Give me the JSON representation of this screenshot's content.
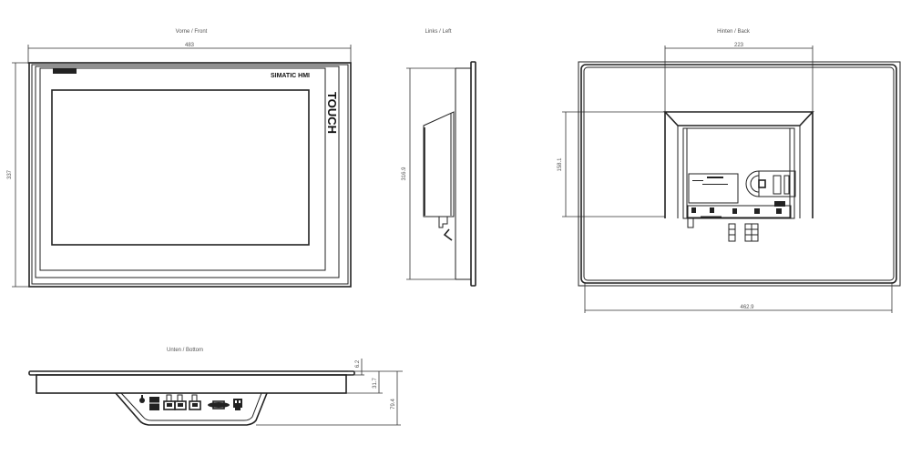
{
  "views": {
    "front": {
      "title": "Vorne / Front",
      "width_dim": "483",
      "height_dim": "337",
      "brand": "SIMATIC HMI",
      "touch_label": "TOUCH"
    },
    "left": {
      "title": "Links / Left",
      "height_dim": "316.9"
    },
    "back": {
      "title": "Hinten / Back",
      "module_width_dim": "223",
      "module_height_dim": "158.1",
      "width_dim": "462.9"
    },
    "bottom": {
      "title": "Unten / Bottom",
      "bezel_dim": "6.2",
      "body_dim": "31.7",
      "depth_dim": "79.4"
    }
  },
  "colors": {
    "line": "#222222",
    "dimension_text": "#555555",
    "background": "#ffffff"
  }
}
